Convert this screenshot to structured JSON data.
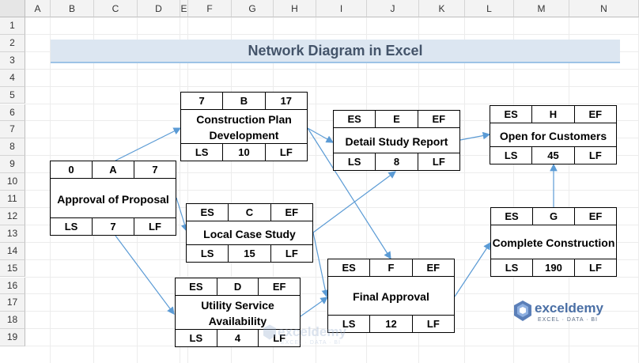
{
  "columns": [
    "A",
    "B",
    "C",
    "D",
    "E",
    "F",
    "G",
    "H",
    "I",
    "J",
    "K",
    "L",
    "M",
    "N"
  ],
  "rows": [
    "1",
    "2",
    "3",
    "4",
    "5",
    "6",
    "7",
    "8",
    "9",
    "10",
    "11",
    "12",
    "13",
    "14",
    "15",
    "16",
    "17",
    "18",
    "19"
  ],
  "title": "Network Diagram in Excel",
  "nodes": {
    "approval": {
      "top": [
        "0",
        "A",
        "7"
      ],
      "label": "Approval of Proposal",
      "bottom": [
        "LS",
        "7",
        "LF"
      ]
    },
    "construction": {
      "top": [
        "7",
        "B",
        "17"
      ],
      "label": "Construction Plan Development",
      "bottom": [
        "LS",
        "10",
        "LF"
      ]
    },
    "local": {
      "top": [
        "ES",
        "C",
        "EF"
      ],
      "label": "Local Case Study",
      "bottom": [
        "LS",
        "15",
        "LF"
      ]
    },
    "utility": {
      "top": [
        "ES",
        "D",
        "EF"
      ],
      "label": "Utility Service Availability",
      "bottom": [
        "LS",
        "4",
        "LF"
      ]
    },
    "detail": {
      "top": [
        "ES",
        "E",
        "EF"
      ],
      "label": "Detail Study Report",
      "bottom": [
        "LS",
        "8",
        "LF"
      ]
    },
    "final": {
      "top": [
        "ES",
        "F",
        "EF"
      ],
      "label": "Final Approval",
      "bottom": [
        "LS",
        "12",
        "LF"
      ]
    },
    "complete": {
      "top": [
        "ES",
        "G",
        "EF"
      ],
      "label": "Complete Construction",
      "bottom": [
        "LS",
        "190",
        "LF"
      ]
    },
    "open": {
      "top": [
        "ES",
        "H",
        "EF"
      ],
      "label": "Open for Customers",
      "bottom": [
        "LS",
        "45",
        "LF"
      ]
    }
  },
  "logo": {
    "name": "exceldemy",
    "tagline": "EXCEL · DATA · BI"
  },
  "colors": {
    "arrow": "#5b9bd5",
    "title_fill": "#dce6f1",
    "title_text": "#44546a"
  }
}
